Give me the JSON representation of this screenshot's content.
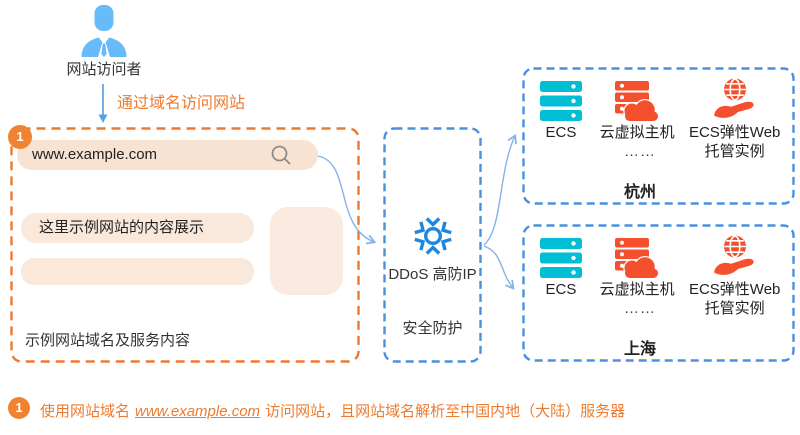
{
  "visitor": {
    "label": "网站访问者"
  },
  "flow": {
    "arrow_label": "通过域名访问网站"
  },
  "website_box": {
    "step_badge": "1",
    "url": "www.example.com",
    "content_placeholder": "这里示例网站的内容展示",
    "caption": "示例网站域名及服务内容"
  },
  "ddos_box": {
    "title": "DDoS 高防IP",
    "subtitle": "安全防护"
  },
  "regions": [
    {
      "name": "杭州",
      "services": [
        "ECS",
        "云虚拟主机",
        "ECS弹性Web托管实例"
      ],
      "ellipsis": "……"
    },
    {
      "name": "上海",
      "services": [
        "ECS",
        "云虚拟主机",
        "ECS弹性Web托管实例"
      ],
      "ellipsis": "……"
    }
  ],
  "footnote": {
    "step_badge": "1",
    "text_before": "使用网站域名",
    "domain": "www.example.com",
    "text_after": "访问网站，且网站域名解析至中国内地（大陆）服务器"
  },
  "colors": {
    "accent_orange": "#ED7B2F",
    "badge_orange": "#F0832F",
    "box_blue": "#4A90DE",
    "connector_blue": "#85B2E8",
    "ecs_cyan": "#00BFD5",
    "service_red": "#F4502E",
    "ddos_blue": "#1E88E0",
    "visitor_blue": "#66BBF8",
    "peach_fill": "#FAE8DB"
  }
}
